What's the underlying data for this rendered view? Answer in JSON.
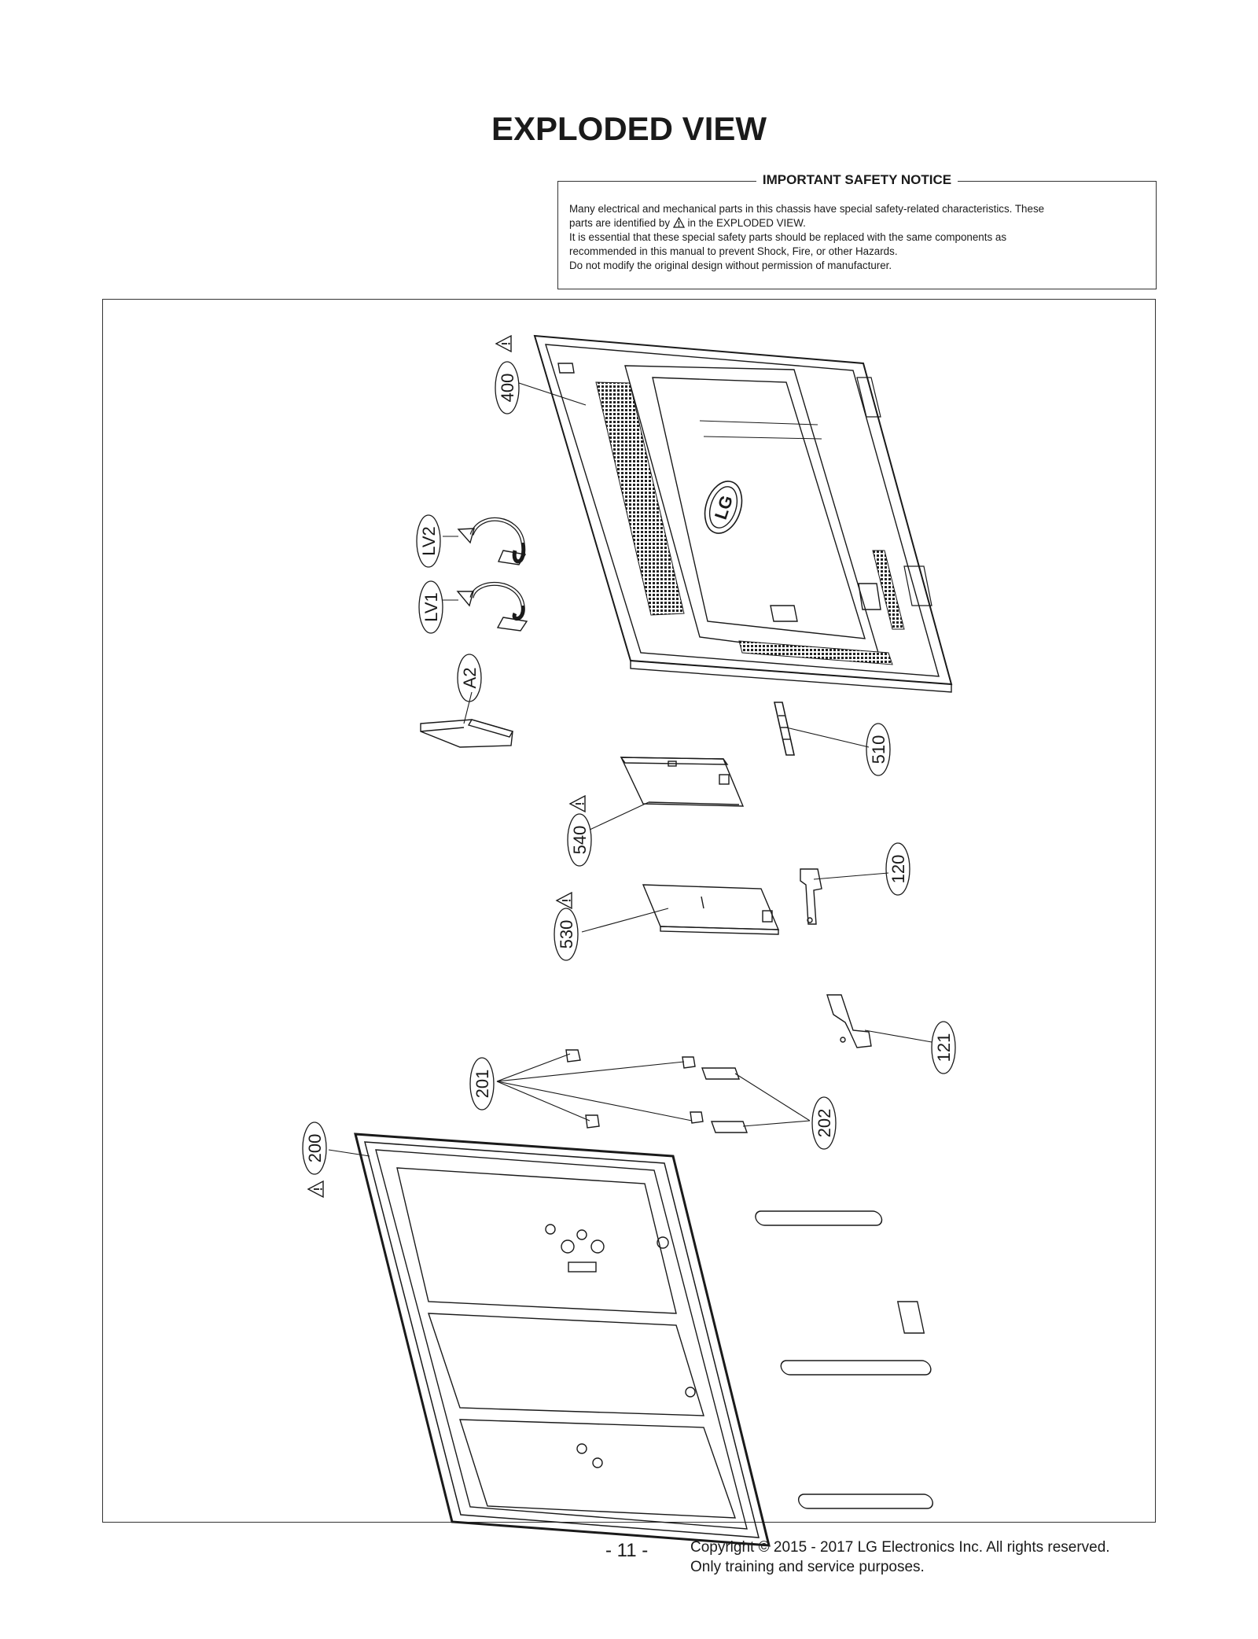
{
  "page": {
    "title": "EXPLODED VIEW",
    "page_number": "- 11 -",
    "copyright_line1": "Copyright © 2015 - 2017 LG Electronics Inc. All rights reserved.",
    "copyright_line2": "Only training and service purposes."
  },
  "notice": {
    "title": "IMPORTANT SAFETY NOTICE",
    "line1": "Many electrical and mechanical parts in this chassis have special safety-related characteristics. These",
    "line2a": "parts are identified by",
    "line2b": "in the EXPLODED VIEW.",
    "line3": "It is essential that these special safety parts should be replaced with the same components as",
    "line4": "recommended in this manual to prevent Shock, Fire, or other Hazards.",
    "line5": "Do not modify the original design without permission of manufacturer."
  },
  "diagram": {
    "logo_text": "LG",
    "part_labels": {
      "p400": "400",
      "pLV2": "LV2",
      "pLV1": "LV1",
      "pA2": "A2",
      "p510": "510",
      "p540": "540",
      "p120": "120",
      "p530": "530",
      "p121": "121",
      "p201": "201",
      "p202": "202",
      "p200": "200"
    },
    "safety_marked_parts": [
      "400",
      "540",
      "530",
      "200"
    ],
    "colors": {
      "line": "#1a1a1a",
      "background": "#ffffff"
    }
  }
}
